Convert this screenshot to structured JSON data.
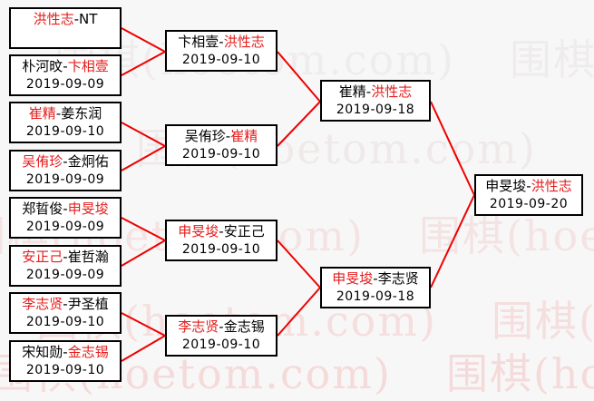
{
  "meta": {
    "background": "#f8f7f7",
    "accent_red": "#e51c1c",
    "line_red": "#ee0000",
    "box_border": "#000000",
    "separator": "-"
  },
  "watermark": {
    "text": "围棋(hoetom.com)"
  },
  "bracket": {
    "round1": [
      {
        "p1": "洪性志",
        "p1_color": "#e51c1c",
        "p2": "NT",
        "p2_color": "#000000",
        "date": ""
      },
      {
        "p1": "朴河旼",
        "p1_color": "#000000",
        "p2": "卞相壹",
        "p2_color": "#e51c1c",
        "date": "2019-09-09"
      },
      {
        "p1": "崔精",
        "p1_color": "#e51c1c",
        "p2": "姜东润",
        "p2_color": "#000000",
        "date": "2019-09-10"
      },
      {
        "p1": "吴侑珍",
        "p1_color": "#e51c1c",
        "p2": "金炯佑",
        "p2_color": "#000000",
        "date": "2019-09-09"
      },
      {
        "p1": "郑晢俊",
        "p1_color": "#000000",
        "p2": "申旻埈",
        "p2_color": "#e51c1c",
        "date": "2019-09-09"
      },
      {
        "p1": "安正己",
        "p1_color": "#e51c1c",
        "p2": "崔哲瀚",
        "p2_color": "#000000",
        "date": "2019-09-09"
      },
      {
        "p1": "李志贤",
        "p1_color": "#e51c1c",
        "p2": "尹圣植",
        "p2_color": "#000000",
        "date": "2019-09-10"
      },
      {
        "p1": "宋知勋",
        "p1_color": "#000000",
        "p2": "金志锡",
        "p2_color": "#e51c1c",
        "date": "2019-09-10"
      }
    ],
    "round2": [
      {
        "p1": "卞相壹",
        "p1_color": "#000000",
        "p2": "洪性志",
        "p2_color": "#e51c1c",
        "date": "2019-09-10"
      },
      {
        "p1": "吴侑珍",
        "p1_color": "#000000",
        "p2": "崔精",
        "p2_color": "#e51c1c",
        "date": "2019-09-10"
      },
      {
        "p1": "申旻埈",
        "p1_color": "#e51c1c",
        "p2": "安正己",
        "p2_color": "#000000",
        "date": "2019-09-10"
      },
      {
        "p1": "李志贤",
        "p1_color": "#e51c1c",
        "p2": "金志锡",
        "p2_color": "#000000",
        "date": "2019-09-10"
      }
    ],
    "round3": [
      {
        "p1": "崔精",
        "p1_color": "#000000",
        "p2": "洪性志",
        "p2_color": "#e51c1c",
        "date": "2019-09-18"
      },
      {
        "p1": "申旻埈",
        "p1_color": "#e51c1c",
        "p2": "李志贤",
        "p2_color": "#000000",
        "date": "2019-09-18"
      }
    ],
    "final": [
      {
        "p1": "申旻埈",
        "p1_color": "#000000",
        "p2": "洪性志",
        "p2_color": "#e51c1c",
        "date": "2019-09-20"
      }
    ]
  }
}
